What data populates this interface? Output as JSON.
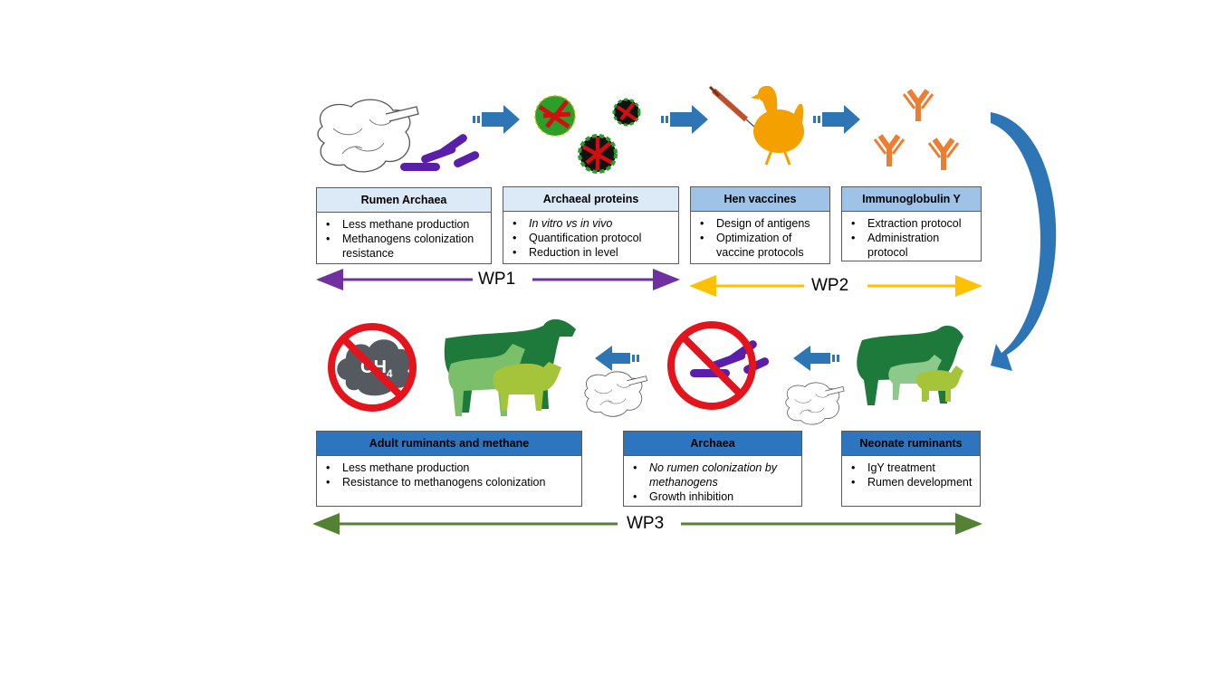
{
  "colors": {
    "arrow_blue": "#2e75b6",
    "wp1": "#7030a0",
    "wp2": "#ffc000",
    "wp3": "#548235",
    "archaea": "#5a1fa8",
    "hen": "#f4a000",
    "antibody": "#ed7d31",
    "cow": "#1e7a3a",
    "goat": "#7bbf6a",
    "sheep": "#a6c43a",
    "ban_red": "#e3141c"
  },
  "icons": [
    "rumen-icon",
    "archaea-icon",
    "protein-icon",
    "syringe-icon",
    "hen-icon",
    "antibody-icon",
    "cow-icon",
    "goat-icon",
    "sheep-icon",
    "calf-icon",
    "lamb-icon",
    "prohibited-icon",
    "methane-cloud-icon"
  ],
  "methane_label": "CH",
  "methane_sub": "4",
  "boxes": {
    "rumen_archaea": {
      "title": "Rumen Archaea",
      "items": [
        "Less methane production",
        "Methanogens colonization resistance"
      ]
    },
    "archaeal_proteins": {
      "title": "Archaeal proteins",
      "items": [
        "In vitro vs in vivo",
        "Quantification  protocol",
        "Reduction in level"
      ]
    },
    "hen_vaccines": {
      "title": "Hen vaccines",
      "items": [
        "Design of antigens",
        "Optimization of vaccine  protocols"
      ]
    },
    "immunoglobulin_y": {
      "title": "Immunoglobulin Y",
      "items": [
        "Extraction protocol",
        "Administration protocol"
      ]
    },
    "adult_ruminants": {
      "title": "Adult ruminants and methane",
      "items": [
        "Less methane production",
        "Resistance to methanogens colonization"
      ]
    },
    "archaea": {
      "title": "Archaea",
      "items": [
        "No rumen colonization by methanogens",
        "Growth inhibition"
      ]
    },
    "neonate_ruminants": {
      "title": "Neonate ruminants",
      "items": [
        "IgY treatment",
        "Rumen development"
      ]
    }
  },
  "work_packages": {
    "wp1": "WP1",
    "wp2": "WP2",
    "wp3": "WP3"
  }
}
